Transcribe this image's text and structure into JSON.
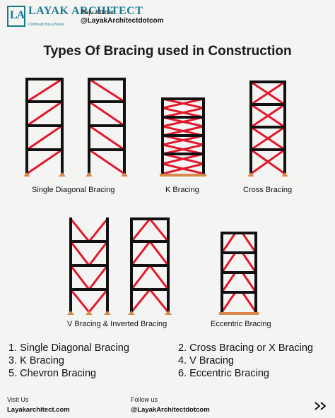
{
  "header": {
    "logo_initials": "LA",
    "logo_name": "LAYAK ARCHITECT",
    "logo_tagline": "Continuity hou a future",
    "author_name": "Raju Kumar",
    "author_handle": "@LayakArchitectdotcom"
  },
  "title": "Types Of Bracing used in Construction",
  "captions": {
    "single_diagonal": "Single Diagonal Bracing",
    "k": "K Bracing",
    "cross": "Cross Bracing",
    "v_inverted": "V Bracing & Inverted Bracing",
    "eccentric": "Eccentric Bracing"
  },
  "list": {
    "item1": "1. Single Diagonal Bracing",
    "item2": "2. Cross Bracing or X Bracing",
    "item3": "3. K Bracing",
    "item4": "4. V Bracing",
    "item5": "5. Chevron Bracing",
    "item6": "6. Eccentric Bracing"
  },
  "footer": {
    "visit_label": "Visit Us",
    "visit_site": "Layakarchitect.com",
    "follow_label": "Follow us",
    "follow_handle": "@LayakArchitectdotcom"
  },
  "colors": {
    "frame": "#111111",
    "brace": "#e3182d",
    "support": "#d9884a",
    "brand": "#1a7a92"
  },
  "icons": {
    "next": "double-chevron-right-icon"
  }
}
